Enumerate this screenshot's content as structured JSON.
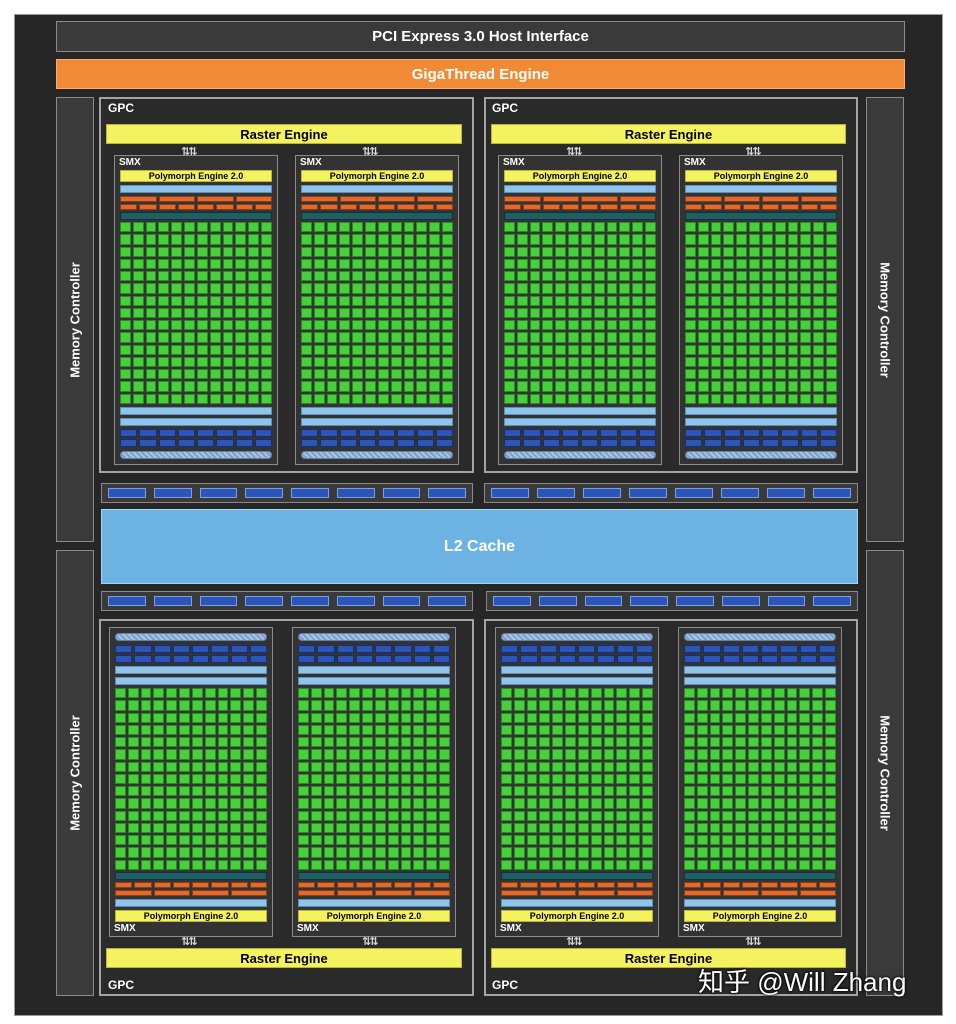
{
  "diagram": {
    "pcie_label": "PCI Express 3.0 Host Interface",
    "gigathread_label": "GigaThread Engine",
    "memory_controller_label": "Memory Controller",
    "l2_label": "L2 Cache",
    "gpc_label": "GPC",
    "raster_label": "Raster Engine",
    "smx_label": "SMX",
    "polymorph_label": "Polymorph Engine 2.0",
    "arrows_glyph": "⇅⇅",
    "watermark": "知乎 @Will Zhang"
  },
  "colors": {
    "frame": "#262626",
    "gigathread": "#f08a34",
    "raster": "#f4f25e",
    "cores": "#46d13a",
    "l2": "#6cb2e2",
    "blue_units": "#2b55b8"
  }
}
